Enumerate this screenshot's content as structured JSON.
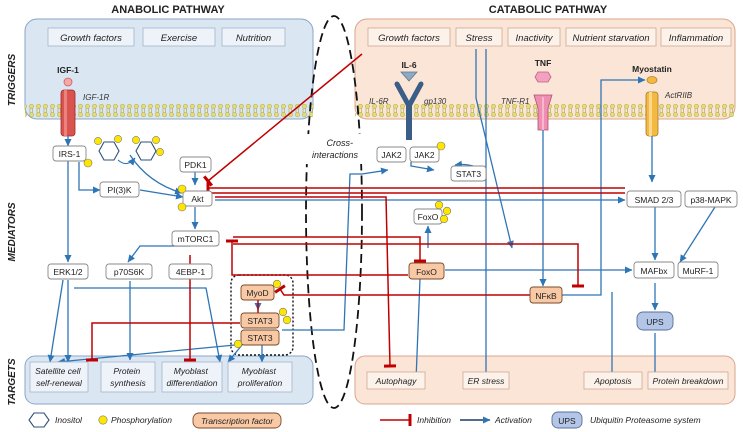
{
  "headers": {
    "anabolic": "ANABOLIC PATHWAY",
    "catabolic": "CATABOLIC PATHWAY"
  },
  "side_labels": {
    "triggers": "TRIGGERS",
    "mediators": "MEDIATORS",
    "targets": "TARGETS"
  },
  "triggers_anabolic": [
    "Growth factors",
    "Exercise",
    "Nutrition"
  ],
  "triggers_catabolic": [
    "Growth factors",
    "Stress",
    "Inactivity",
    "Nutrient starvation",
    "Inflammation"
  ],
  "ligands": {
    "igf1": "IGF-1",
    "il6": "IL-6",
    "tnf": "TNF",
    "myostatin": "Myostatin"
  },
  "receptors": {
    "igf1r": "IGF-1R",
    "il6r": "IL-6R",
    "gp130": "gp130",
    "tnfr1": "TNF-R1",
    "actriib": "ActRIIB"
  },
  "cross_line1": "Cross-",
  "cross_line2": "interactions",
  "nodes": {
    "irs1": "IRS-1",
    "pdk1": "PDK1",
    "pi3k": "PI(3)K",
    "akt": "Akt",
    "mtorc1": "mTORC1",
    "erk": "ERK1/2",
    "p70s6k": "p70S6K",
    "ebp1": "4EBP-1",
    "jak2a": "JAK2",
    "jak2b": "JAK2",
    "stat3_top": "STAT3",
    "foxo_top": "FoxO",
    "foxo": "FoxO",
    "nfkb": "NFκB",
    "myod": "MyoD",
    "stat3_a": "STAT3",
    "stat3_b": "STAT3",
    "smad": "SMAD 2/3",
    "p38": "p38-MAPK",
    "mafbx": "MAFbx",
    "murf1": "MuRF-1",
    "ups": "UPS"
  },
  "targets_anabolic": [
    {
      "l1": "Satellite cell",
      "l2": "self-renewal"
    },
    {
      "l1": "Protein",
      "l2": "synthesis"
    },
    {
      "l1": "Myoblast",
      "l2": "differentiation"
    },
    {
      "l1": "Myoblast",
      "l2": "proliferation"
    }
  ],
  "targets_catabolic": [
    "Autophagy",
    "ER stress",
    "Apoptosis",
    "Protein breakdown"
  ],
  "legend": {
    "inositol": "Inositol",
    "phosphorylation": "Phosphorylation",
    "transcription_factor": "Transcription factor",
    "inhibition": "Inhibition",
    "activation": "Activation",
    "ups": "UPS",
    "ups_desc": "Ubiquitin Proteasome system"
  },
  "colors": {
    "anabolic_bg": "#dbe6f3",
    "anabolic_border": "#8aa5c8",
    "catabolic_bg": "#fbe5d6",
    "catabolic_border": "#d9a58a",
    "activation": "#2e75b6",
    "inhibition": "#c00000",
    "tf_fill": "#f8c9a4",
    "phospho": "#ffe600",
    "ups_fill": "#b4c6e7"
  }
}
